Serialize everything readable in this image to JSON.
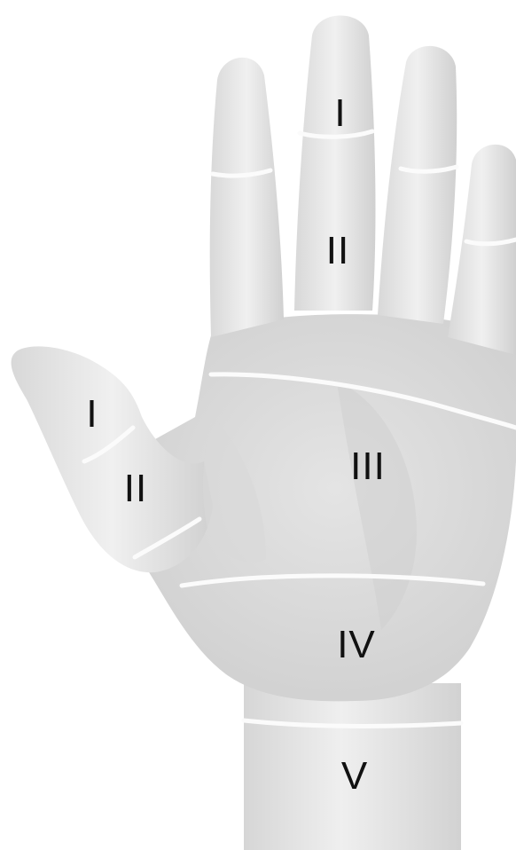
{
  "colors": {
    "skin_light": "#ececec",
    "skin_mid": "#dcdcdc",
    "skin_shadow": "#c4c4c4",
    "zone_line": "#fafafa",
    "label_text": "#111111"
  },
  "labels": {
    "finger_distal": "I",
    "finger_proximal": "II",
    "thumb_distal": "I",
    "thumb_proximal": "II",
    "palm": "III",
    "heel": "IV",
    "wrist": "V"
  }
}
